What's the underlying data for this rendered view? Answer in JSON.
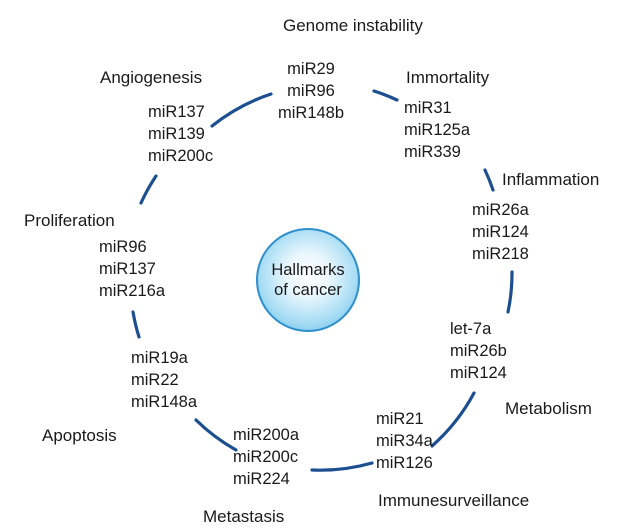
{
  "center": {
    "text_line1": "Hallmarks",
    "text_line2": "of cancer"
  },
  "hallmarks": [
    {
      "id": "genome-instability",
      "label": "Genome instability",
      "mirs": [
        "miR29",
        "miR96",
        "miR148b"
      ]
    },
    {
      "id": "immortality",
      "label": "Immortality",
      "mirs": [
        "miR31",
        "miR125a",
        "miR339"
      ]
    },
    {
      "id": "inflammation",
      "label": "Inflammation",
      "mirs": [
        "miR26a",
        "miR124",
        "miR218"
      ]
    },
    {
      "id": "metabolism",
      "label": "Metabolism",
      "mirs": [
        "let-7a",
        "miR26b",
        "miR124"
      ]
    },
    {
      "id": "immunesurveillance",
      "label": "Immunesurveillance",
      "mirs": [
        "miR21",
        "miR34a",
        "miR126"
      ]
    },
    {
      "id": "metastasis",
      "label": "Metastasis",
      "mirs": [
        "miR200a",
        "miR200c",
        "miR224"
      ]
    },
    {
      "id": "apoptosis",
      "label": "Apoptosis",
      "mirs": [
        "miR19a",
        "miR22",
        "miR148a"
      ]
    },
    {
      "id": "proliferation",
      "label": "Proliferation",
      "mirs": [
        "miR96",
        "miR137",
        "miR216a"
      ]
    },
    {
      "id": "angiogenesis",
      "label": "Angiogenesis",
      "mirs": [
        "miR137",
        "miR139",
        "miR200c"
      ]
    }
  ],
  "colors": {
    "ring": "#1c4f8f",
    "center_fill": "#a6dcf4",
    "center_border": "#2e8fcc",
    "text": "#1a1a1a"
  }
}
